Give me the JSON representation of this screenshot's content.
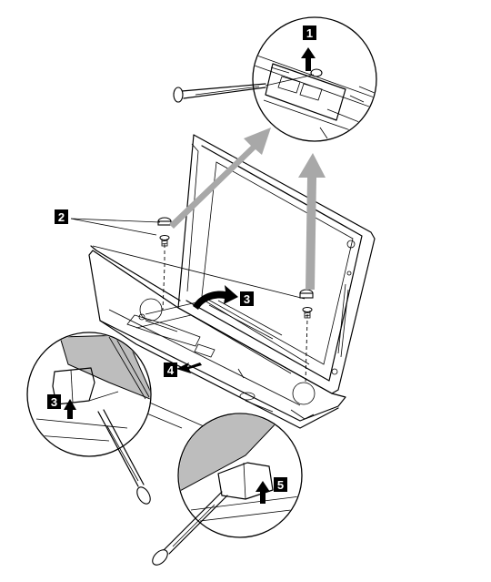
{
  "figure": {
    "callouts": [
      {
        "id": "step-1",
        "label": "1"
      },
      {
        "id": "step-2",
        "label": "2"
      },
      {
        "id": "step-3-hinge",
        "label": "3"
      },
      {
        "id": "step-3-left",
        "label": "3"
      },
      {
        "id": "step-4",
        "label": "4"
      },
      {
        "id": "step-5",
        "label": "5"
      }
    ],
    "parts": [
      "screw",
      "screwdriver",
      "laptop-base",
      "display-panel",
      "keyboard-bezel",
      "latch"
    ],
    "arrow_color": "#a8a8a8",
    "flap_color": "#bdbdbd"
  }
}
